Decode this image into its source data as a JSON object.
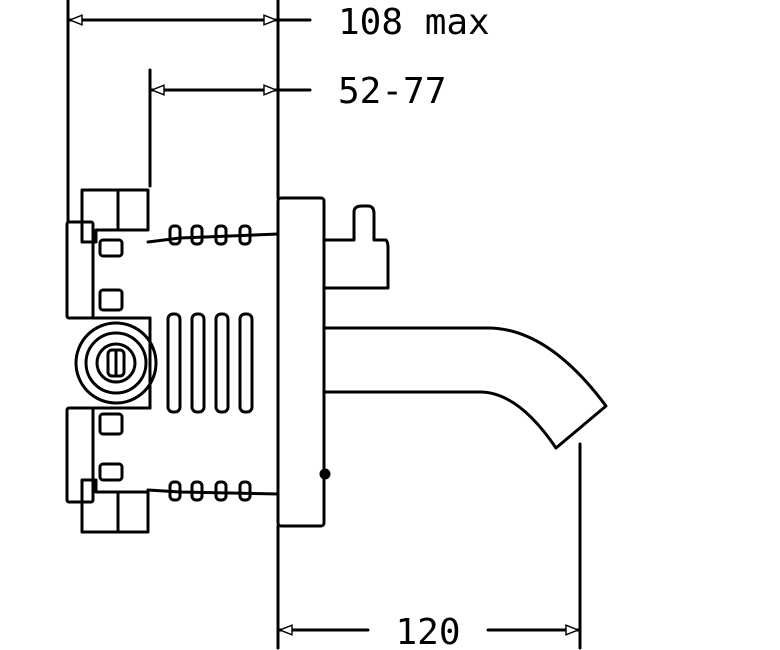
{
  "dimensions": {
    "overall_depth_label": "108 max",
    "adjustable_depth_label": "52-77",
    "spout_reach_label": "120"
  },
  "colors": {
    "line": "#000000",
    "background": "#ffffff"
  }
}
